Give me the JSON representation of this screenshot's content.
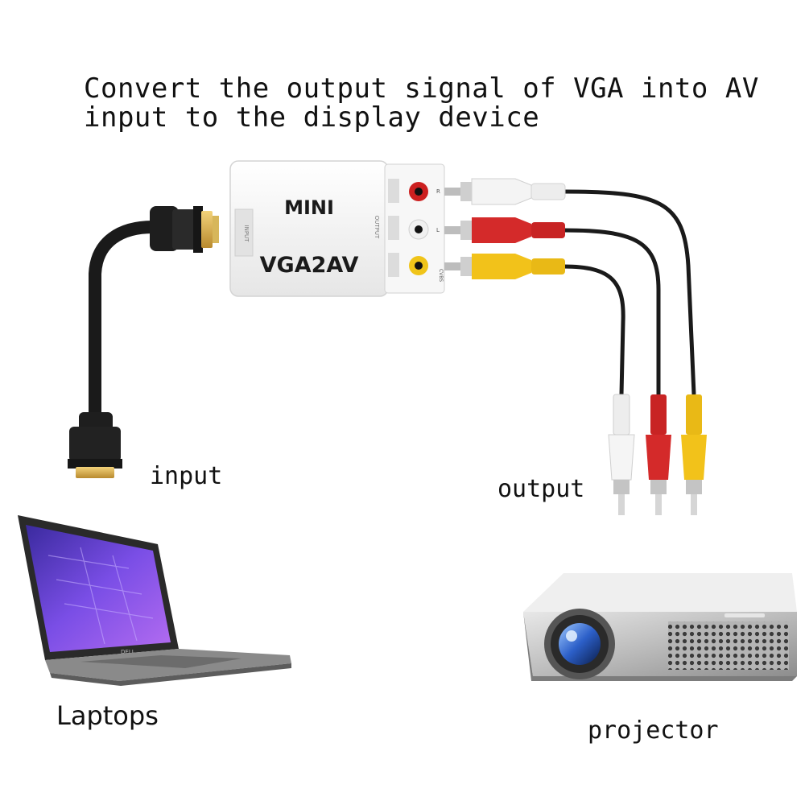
{
  "headline": {
    "line1": "Convert the output signal of VGA into AV",
    "line2": "input to the display device"
  },
  "adapter": {
    "brand": "MINI",
    "model": "VGA2AV",
    "port_input": "INPUT",
    "port_output": "OUTPUT",
    "jack_r": "R",
    "jack_l": "L",
    "jack_cvbs": "CVBS"
  },
  "laptop": {
    "screen_logo": "DELL"
  },
  "labels": {
    "input": "input",
    "output": "output",
    "laptops": "Laptops",
    "projector": "projector"
  },
  "colors": {
    "cable_white": "#f2f2f2",
    "cable_red": "#d42a2a",
    "cable_yellow": "#f2c21a",
    "adapter_body": "#f3f3f3",
    "laptop_screen": "#6a3fd4",
    "projector_body": "#c9c9c9"
  }
}
